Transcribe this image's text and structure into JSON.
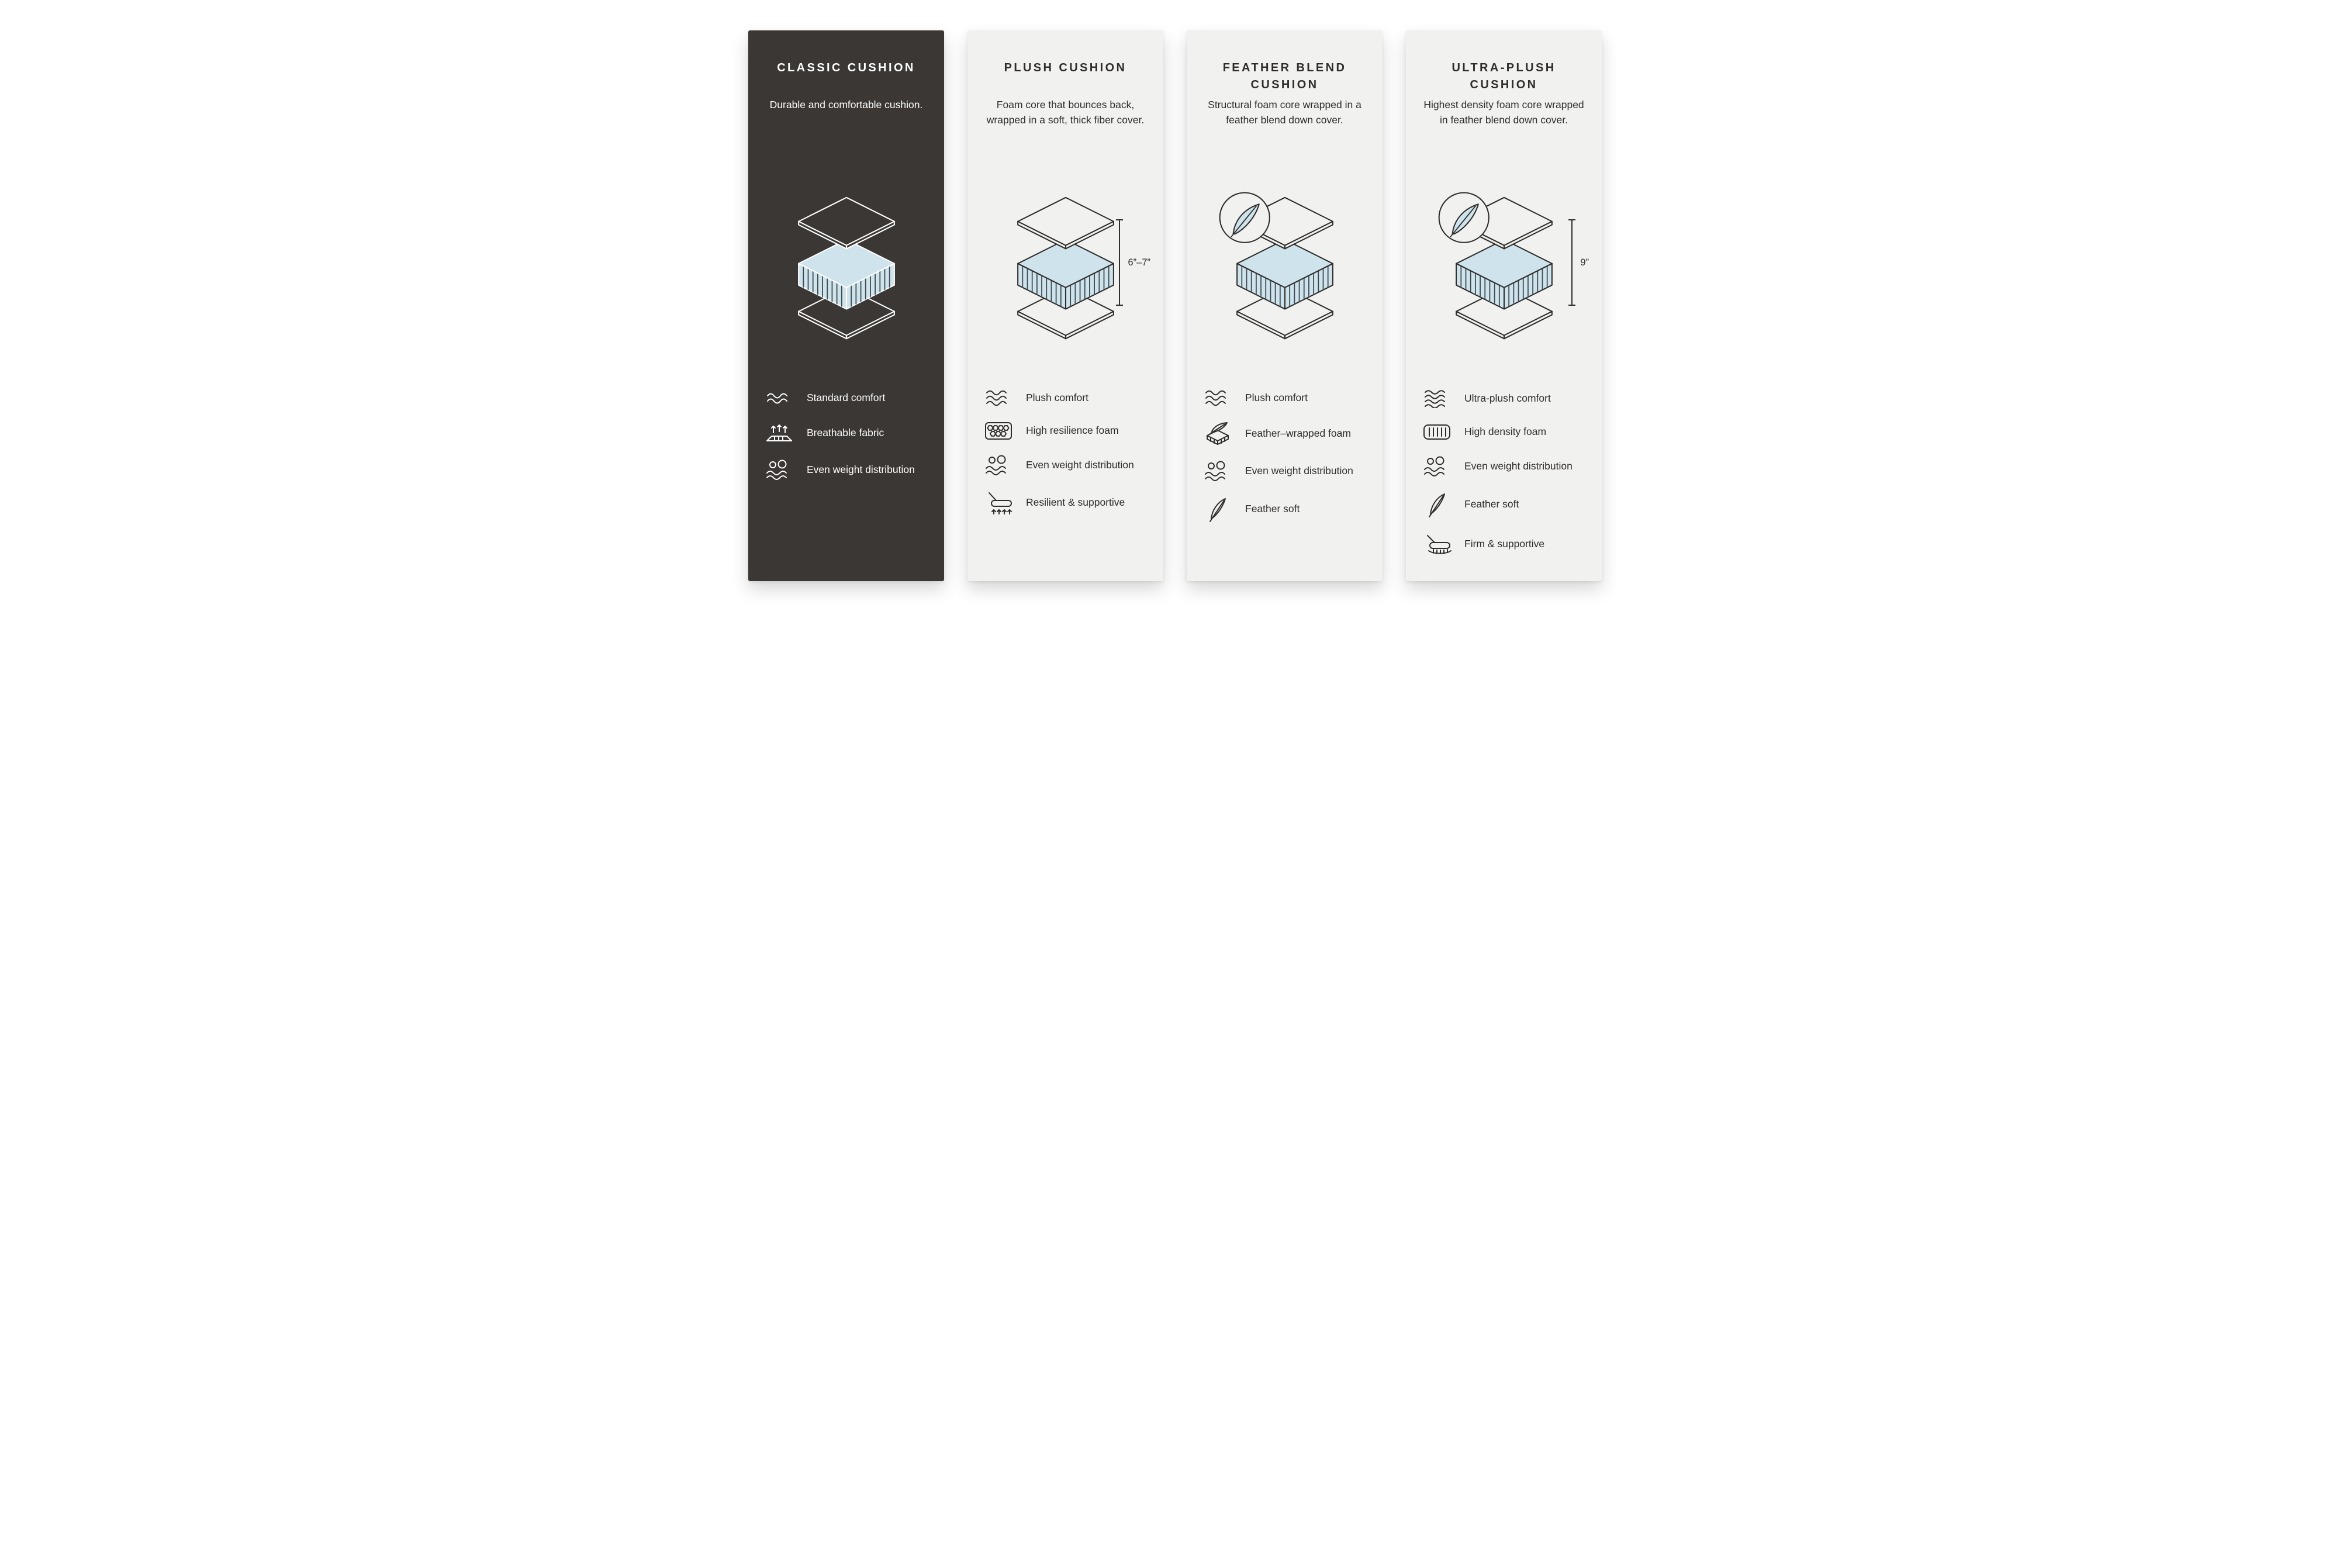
{
  "palette": {
    "classic_card_bg": "#3B3734",
    "light_card_bg": "#F1F1EF",
    "ink_dark": "#2F2D2B",
    "ink_light": "#FFFFFF",
    "foam_blue": "#CFE3EC",
    "hatch": "#3E4A50"
  },
  "cards": [
    {
      "title": "CLASSIC CUSHION",
      "description": "Durable and comfortable cushion.",
      "theme": {
        "background": "#3B3734",
        "text": "#FFFFFF"
      },
      "illustration": {
        "foam_color": "#CFE3EC",
        "badge": null,
        "measurement": null
      },
      "features": [
        {
          "icon": "waves-icon",
          "label": "Standard comfort"
        },
        {
          "icon": "breathable-fabric-icon",
          "label": "Breathable fabric"
        },
        {
          "icon": "even-weight-distribution-icon",
          "label": "Even weight distribution"
        }
      ]
    },
    {
      "title": "PLUSH CUSHION",
      "description": "Foam core that bounces back, wrapped in a soft, thick fiber cover.",
      "theme": {
        "background": "#F1F1EF",
        "text": "#2F2D2B"
      },
      "illustration": {
        "foam_color": "#CFE3EC",
        "badge": null,
        "measurement": "6”–7”"
      },
      "features": [
        {
          "icon": "waves-icon",
          "label": "Plush comfort"
        },
        {
          "icon": "honeycomb-foam-icon",
          "label": "High resilience foam"
        },
        {
          "icon": "even-weight-distribution-icon",
          "label": "Even weight distribution"
        },
        {
          "icon": "resilient-supportive-icon",
          "label": "Resilient & supportive"
        }
      ]
    },
    {
      "title": "FEATHER BLEND CUSHION",
      "description": "Structural foam core wrapped in a feather blend down cover.",
      "theme": {
        "background": "#F1F1EF",
        "text": "#2F2D2B"
      },
      "illustration": {
        "foam_color": "#CFE3EC",
        "badge": "feather-badge",
        "measurement": null
      },
      "features": [
        {
          "icon": "waves-icon",
          "label": "Plush comfort"
        },
        {
          "icon": "feather-wrapped-foam-icon",
          "label": "Feather–wrapped foam"
        },
        {
          "icon": "even-weight-distribution-icon",
          "label": "Even weight distribution"
        },
        {
          "icon": "feather-icon",
          "label": "Feather soft"
        }
      ]
    },
    {
      "title": "ULTRA-PLUSH CUSHION",
      "description": "Highest density foam core wrapped in feather blend down cover.",
      "theme": {
        "background": "#F1F1EF",
        "text": "#2F2D2B"
      },
      "illustration": {
        "foam_color": "#CFE3EC",
        "badge": "feather-badge",
        "measurement": "9”"
      },
      "features": [
        {
          "icon": "waves-icon",
          "label": "Ultra-plush comfort"
        },
        {
          "icon": "high-density-foam-icon",
          "label": "High density foam"
        },
        {
          "icon": "even-weight-distribution-icon",
          "label": "Even weight distribution"
        },
        {
          "icon": "feather-icon",
          "label": "Feather soft"
        },
        {
          "icon": "firm-supportive-icon",
          "label": "Firm & supportive"
        }
      ]
    }
  ]
}
